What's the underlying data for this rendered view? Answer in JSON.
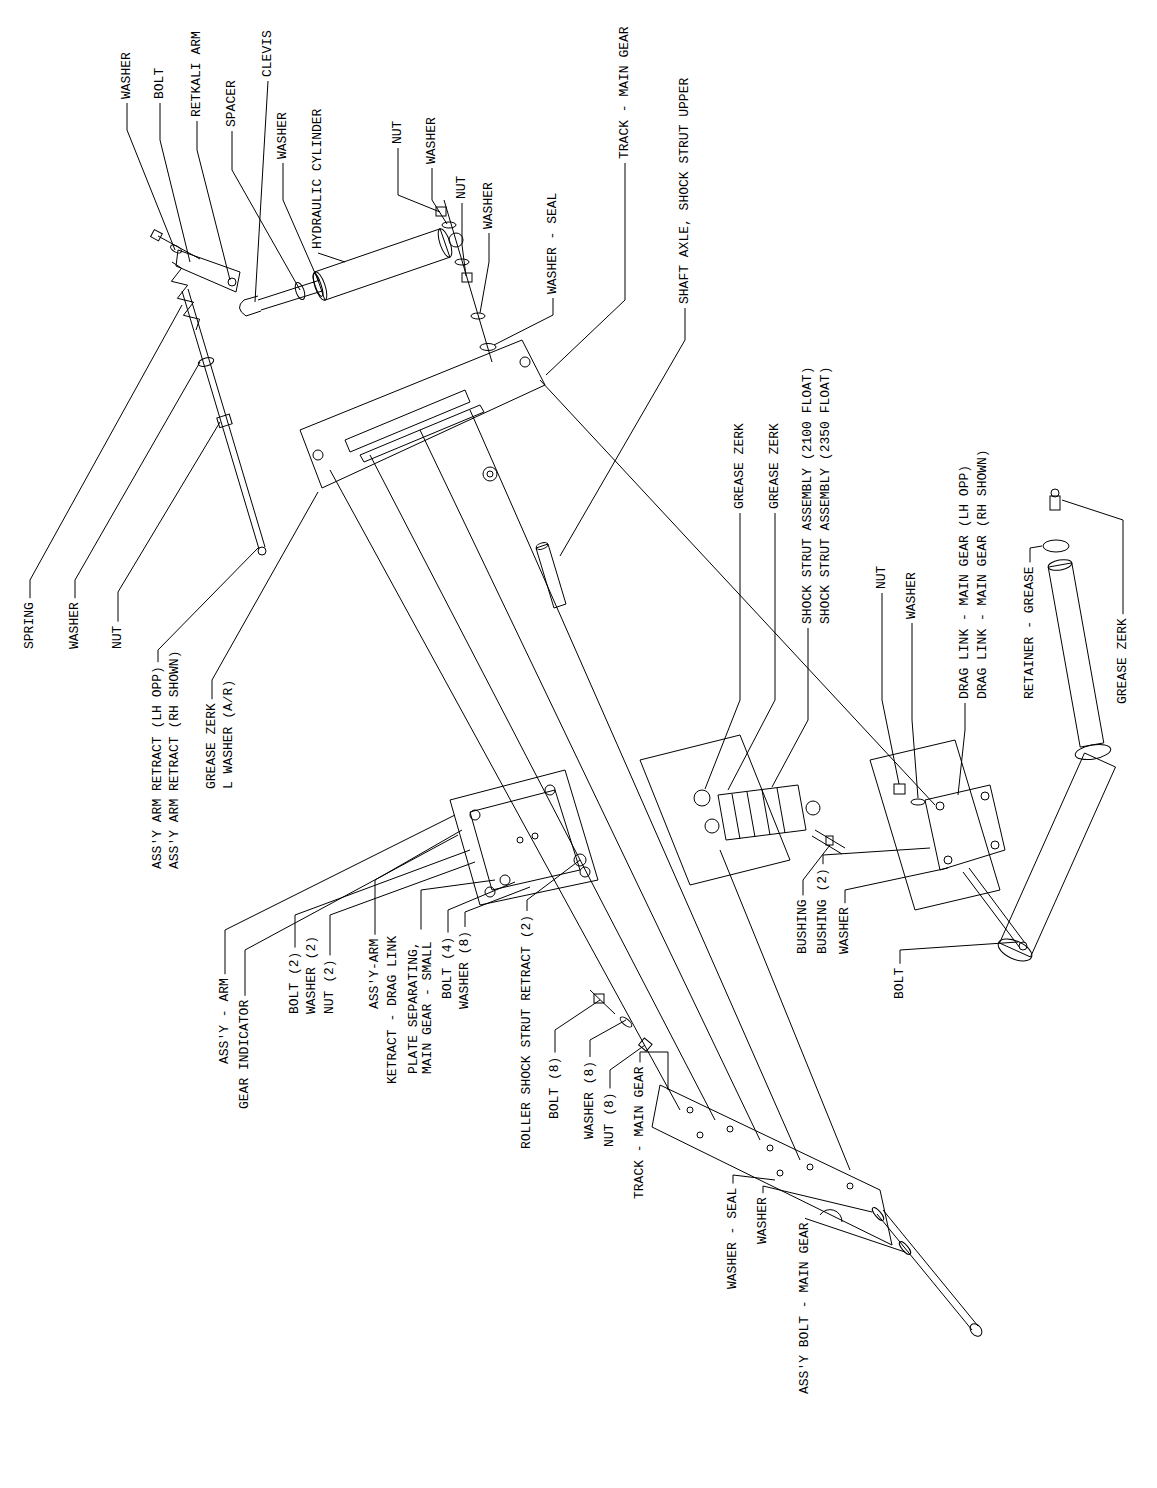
{
  "diagram": {
    "labels": [
      "WASHER",
      "BOLT",
      "RETKALI ARM",
      "SPACER",
      "CLEVIS",
      "WASHER",
      "HYDRAULIC CYLINDER",
      "NUT",
      "WASHER",
      "NUT",
      "WASHER",
      "WASHER - SEAL",
      "TRACK - MAIN GEAR",
      "SHAFT AXLE, SHOCK STRUT UPPER",
      "GREASE ZERK",
      "GREASE ZERK",
      "SHOCK STRUT ASSEMBLY (2100 FLOAT)",
      "SHOCK STRUT ASSEMBLY (2350 FLOAT)",
      "NUT",
      "WASHER",
      "DRAG LINK - MAIN GEAR (LH OPP)",
      "DRAG LINK - MAIN GEAR (RH SHOWN)",
      "RETAINER - GREASE",
      "GREASE ZERK",
      "SPRING",
      "WASHER",
      "NUT",
      "ASS'Y ARM RETRACT (LH OPP)",
      "ASS'Y ARM RETRACT (RH SHOWN)",
      "GREASE ZERK",
      "L WASHER (A/R)",
      "ASS'Y - ARM",
      "GEAR INDICATOR",
      "BOLT (2)",
      "WASHER (2)",
      "NUT (2)",
      "ASS'Y-ARM",
      "KETRACT - DRAG LINK",
      "PLATE SEPARATING, MAIN GEAR - SMALL",
      "BOLT (4)",
      "WASHER (8)",
      "ROLLER SHOCK STRUT RETRACT (2)",
      "BOLT (8)",
      "WASHER (8)",
      "NUT (8)",
      "TRACK - MAIN GEAR",
      "WASHER - SEAL",
      "WASHER",
      "ASS'Y BOLT - MAIN GEAR",
      "BUSHING",
      "BUSHING (2)",
      "WASHER",
      "BOLT"
    ]
  }
}
